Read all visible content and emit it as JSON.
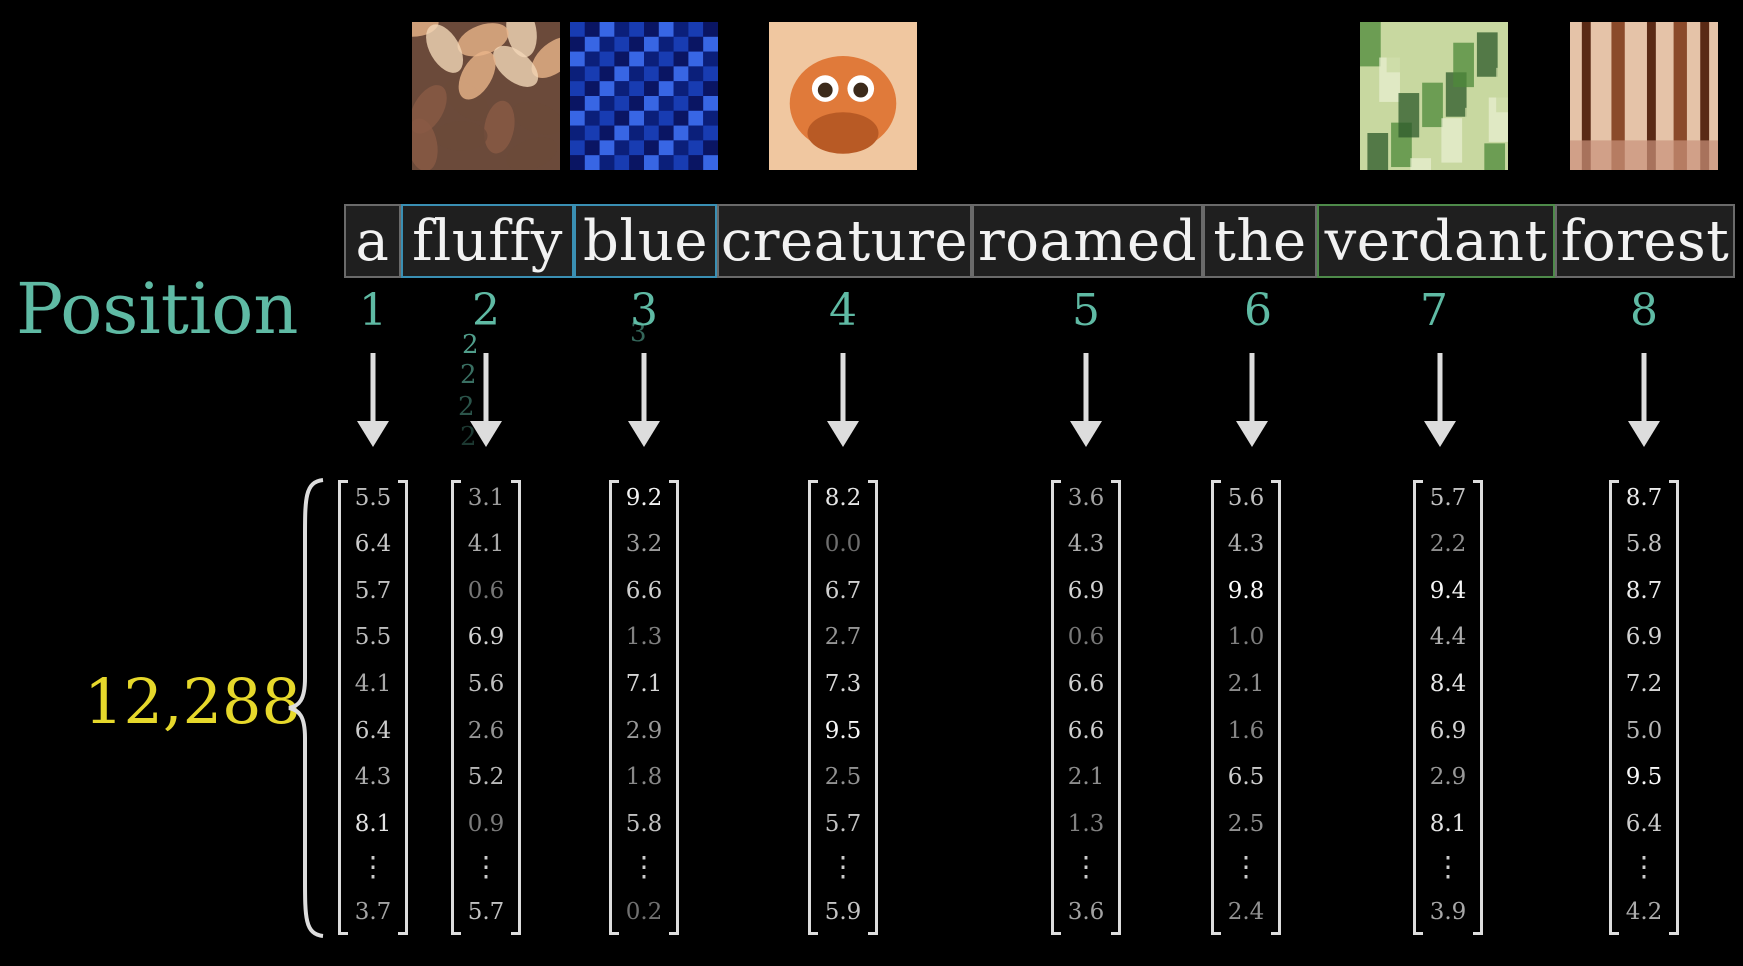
{
  "images": [
    {
      "name": "fluffy-texture-image",
      "colors": [
        "#e9b48a",
        "#6b4a3a",
        "#f3d7b8",
        "#8a5a45"
      ]
    },
    {
      "name": "blue-mosaic-image",
      "colors": [
        "#1a3fb8",
        "#0b1f7a",
        "#3d6ef0",
        "#0a1460"
      ]
    },
    {
      "name": "creature-image",
      "colors": [
        "#f0c7a0",
        "#e07a3a",
        "#b85a25",
        "#3c2a1a"
      ]
    },
    {
      "name": "verdant-forest-image",
      "colors": [
        "#4d8a3a",
        "#c8d8a0",
        "#2c5a2a",
        "#e8efd0"
      ]
    },
    {
      "name": "forest-image",
      "colors": [
        "#8a4a2a",
        "#c9917a",
        "#5a2a15",
        "#e5c3a8"
      ]
    }
  ],
  "tokens": [
    {
      "text": "a",
      "border": "#6a6a6a"
    },
    {
      "text": "fluffy",
      "border": "#3a8fb3"
    },
    {
      "text": "blue",
      "border": "#3a8fb3"
    },
    {
      "text": "creature",
      "border": "#6a6a6a"
    },
    {
      "text": "roamed",
      "border": "#6a6a6a"
    },
    {
      "text": "the",
      "border": "#6a6a6a"
    },
    {
      "text": "verdant",
      "border": "#4e8a4a"
    },
    {
      "text": "forest",
      "border": "#6a6a6a"
    }
  ],
  "position_label": "Position",
  "positions": [
    "1",
    "2",
    "3",
    "4",
    "5",
    "6",
    "7",
    "8"
  ],
  "dimension_label": "12,288",
  "vectors": [
    [
      "5.5",
      "6.4",
      "5.7",
      "5.5",
      "4.1",
      "6.4",
      "4.3",
      "8.1",
      "3.7"
    ],
    [
      "3.1",
      "4.1",
      "0.6",
      "6.9",
      "5.6",
      "2.6",
      "5.2",
      "0.9",
      "5.7"
    ],
    [
      "9.2",
      "3.2",
      "6.6",
      "1.3",
      "7.1",
      "2.9",
      "1.8",
      "5.8",
      "0.2"
    ],
    [
      "8.2",
      "0.0",
      "6.7",
      "2.7",
      "7.3",
      "9.5",
      "2.5",
      "5.7",
      "5.9"
    ],
    [
      "3.6",
      "4.3",
      "6.9",
      "0.6",
      "6.6",
      "6.6",
      "2.1",
      "1.3",
      "3.6"
    ],
    [
      "5.6",
      "4.3",
      "9.8",
      "1.0",
      "2.1",
      "1.6",
      "6.5",
      "2.5",
      "2.4"
    ],
    [
      "5.7",
      "2.2",
      "9.4",
      "4.4",
      "8.4",
      "6.9",
      "2.9",
      "8.1",
      "3.9"
    ],
    [
      "8.7",
      "5.8",
      "8.7",
      "6.9",
      "7.2",
      "5.0",
      "9.5",
      "6.4",
      "4.2"
    ]
  ],
  "vdots": "⋮",
  "colors": {
    "position": "#5fbaa4",
    "dimension": "#e6d82b",
    "bracket": "#dddddd",
    "arrow": "#dddddd"
  }
}
